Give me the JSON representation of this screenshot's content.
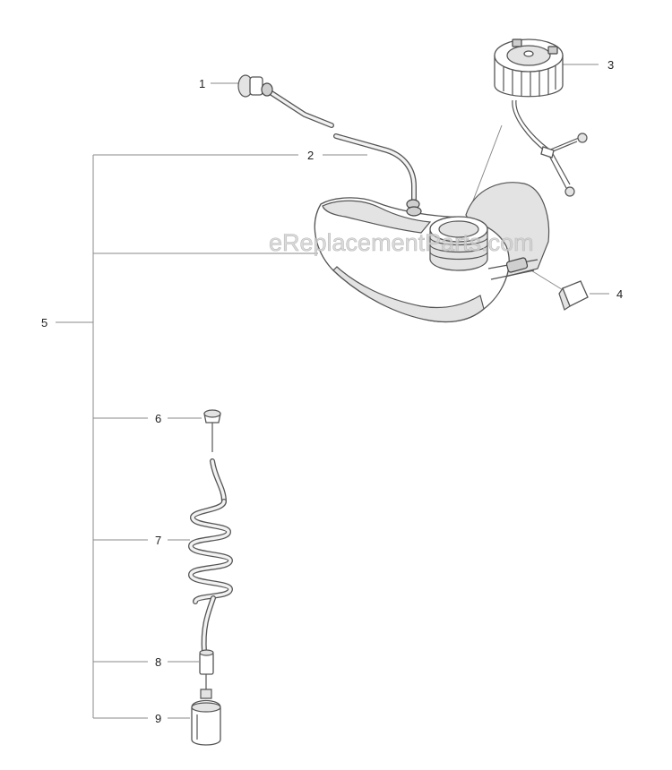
{
  "watermark": "eReplacementParts.com",
  "callouts": {
    "p1": "1",
    "p2": "2",
    "p3": "3",
    "p4": "4",
    "p5": "5",
    "p6": "6",
    "p7": "7",
    "p8": "8",
    "p9": "9"
  },
  "colors": {
    "line": "#555555",
    "leader": "#8a8a8a",
    "shade": "#e3e3e3",
    "text": "#222222"
  }
}
